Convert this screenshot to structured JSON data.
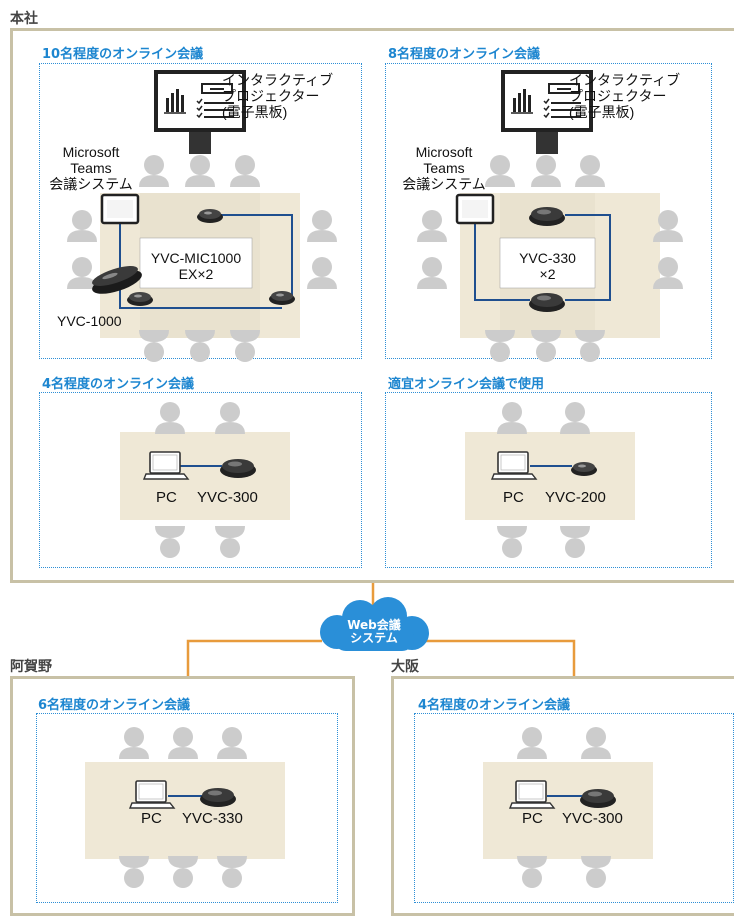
{
  "sites": {
    "honsha": "本社",
    "agano": "阿賀野",
    "osaka": "大阪"
  },
  "rooms": {
    "r10": "10名程度のオンライン会議",
    "r8": "8名程度のオンライン会議",
    "r4": "4名程度のオンライン会議",
    "rany": "適宜オンライン会議で使用",
    "agano6": "6名程度のオンライン会議",
    "osaka4": "4名程度のオンライン会議"
  },
  "labels": {
    "projector": [
      "インタラクティブ",
      "プロジェクター",
      "(電子黒板)"
    ],
    "teams": [
      "Microsoft",
      "Teams",
      "会議システム"
    ],
    "mic1000": [
      "YVC-MIC1000",
      "EX×2"
    ],
    "yvc1000": "YVC-1000",
    "yvc330x2": [
      "YVC-330",
      "×2"
    ],
    "pc": "PC",
    "yvc300": "YVC-300",
    "yvc200": "YVC-200",
    "yvc330": "YVC-330"
  },
  "cloud": [
    "Web会議",
    "システム"
  ],
  "colors": {
    "room_border": "#2e8fd6",
    "site_frame": "#c8c1a6",
    "table": "#efe8d6",
    "person": "#cccccc",
    "cable": "#1f4f8f",
    "network": "#e89b3c",
    "cloud": "#2a8fd8"
  }
}
